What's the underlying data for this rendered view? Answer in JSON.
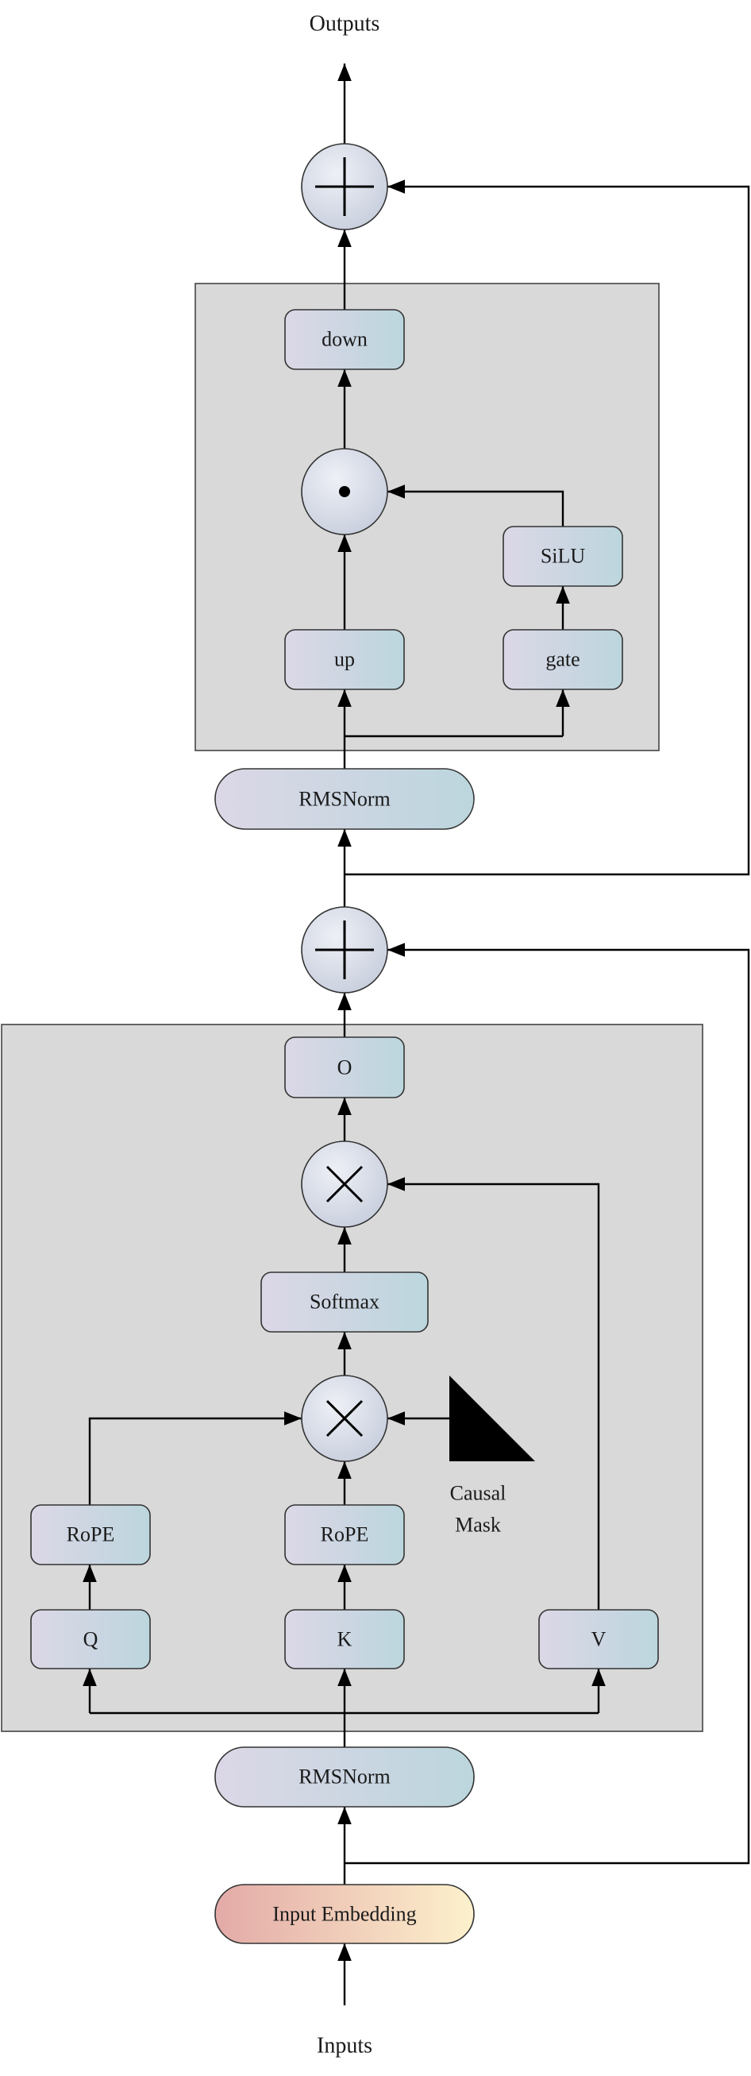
{
  "labels": {
    "outputs": "Outputs",
    "inputs": "Inputs"
  },
  "mlp": {
    "down": "down",
    "silu": "SiLU",
    "up": "up",
    "gate": "gate",
    "multiply_symbol": "elementwise-product"
  },
  "norms": {
    "mlp_norm": "RMSNorm",
    "attn_norm": "RMSNorm"
  },
  "attention": {
    "o": "O",
    "softmax": "Softmax",
    "rope_q": "RoPE",
    "rope_k": "RoPE",
    "q": "Q",
    "k": "K",
    "v": "V",
    "causal_mask_line1": "Causal",
    "causal_mask_line2": "Mask"
  },
  "embedding": "Input Embedding",
  "colors": {
    "box_left": "#dcd7e6",
    "box_right": "#bcd6de",
    "embed_left": "#e3aaa7",
    "embed_right": "#fdf1cc",
    "group_fill": "#d9d9d9",
    "circle_light": "#eef0f6",
    "circle_dark": "#c5ccdb"
  }
}
